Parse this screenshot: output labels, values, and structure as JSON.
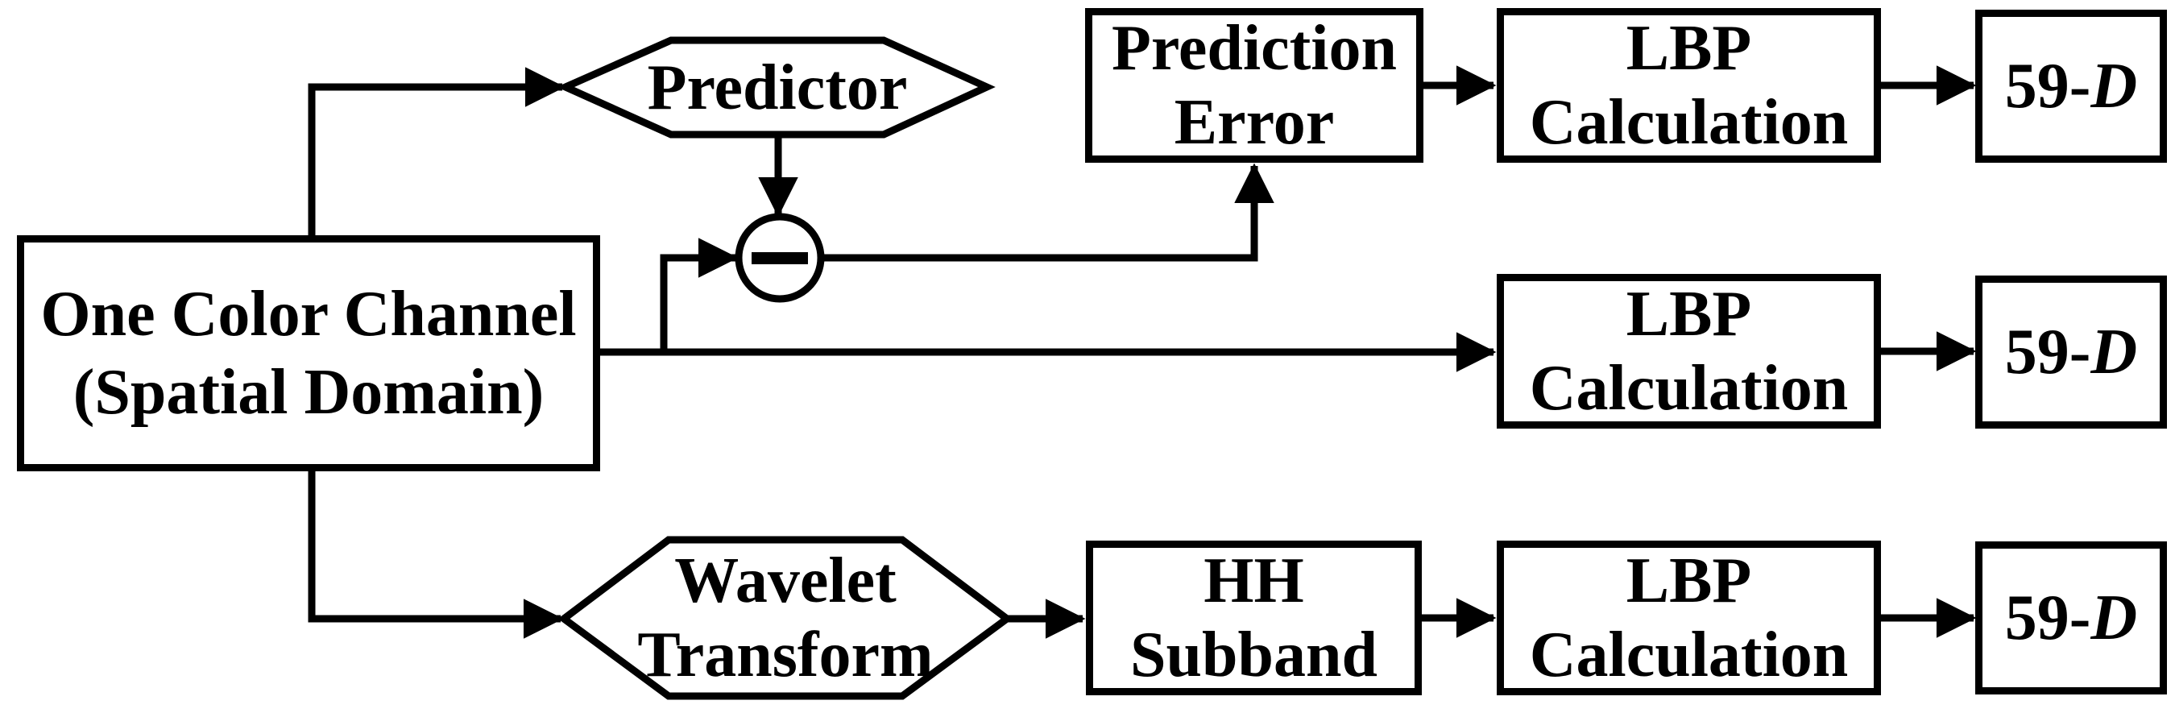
{
  "diagram": {
    "colors": {
      "ink": "#000000",
      "background": "#ffffff",
      "node_fill": "#ffffff"
    },
    "nodes": {
      "source": {
        "line1": "One Color Channel",
        "line2": "(Spatial Domain)"
      },
      "predictor": {
        "label": "Predictor"
      },
      "minus_junction": {
        "symbol": "−"
      },
      "prediction_error": {
        "line1": "Prediction",
        "line2": "Error"
      },
      "lbp_calculation": {
        "line1": "LBP",
        "line2": "Calculation"
      },
      "feature_vector": {
        "prefix": "59-",
        "dimension": "D"
      },
      "wavelet_transform": {
        "line1": "Wavelet",
        "line2": "Transform"
      },
      "hh_subband": {
        "line1": "HH",
        "line2": "Subband"
      }
    }
  }
}
